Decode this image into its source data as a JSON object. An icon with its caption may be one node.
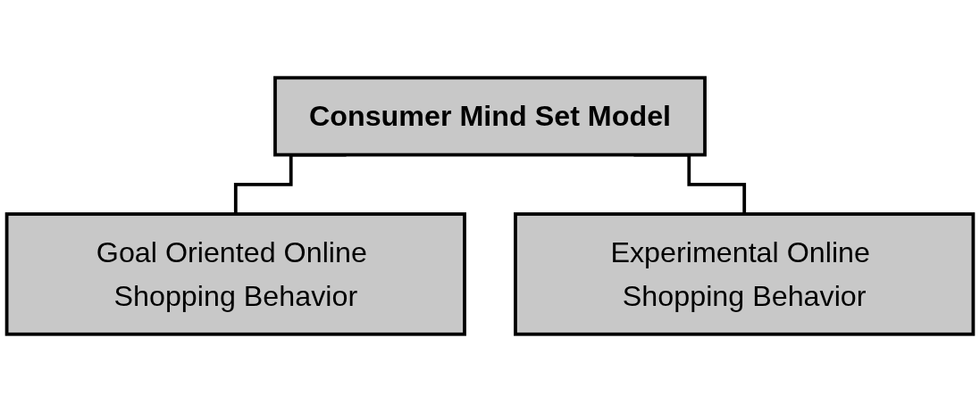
{
  "diagram": {
    "nodes": [
      {
        "text": [
          "Consumer Mind Set Model"
        ]
      },
      {
        "text": [
          "Goal Oriented Online Shopping Behavior"
        ]
      },
      {
        "text": [
          "Experimental Online Shopping Behavior"
        ]
      }
    ],
    "edges": [
      {
        "from": 0,
        "to": 1,
        "arrow": "none"
      },
      {
        "from": 0,
        "to": 2,
        "arrow": "none"
      }
    ]
  }
}
